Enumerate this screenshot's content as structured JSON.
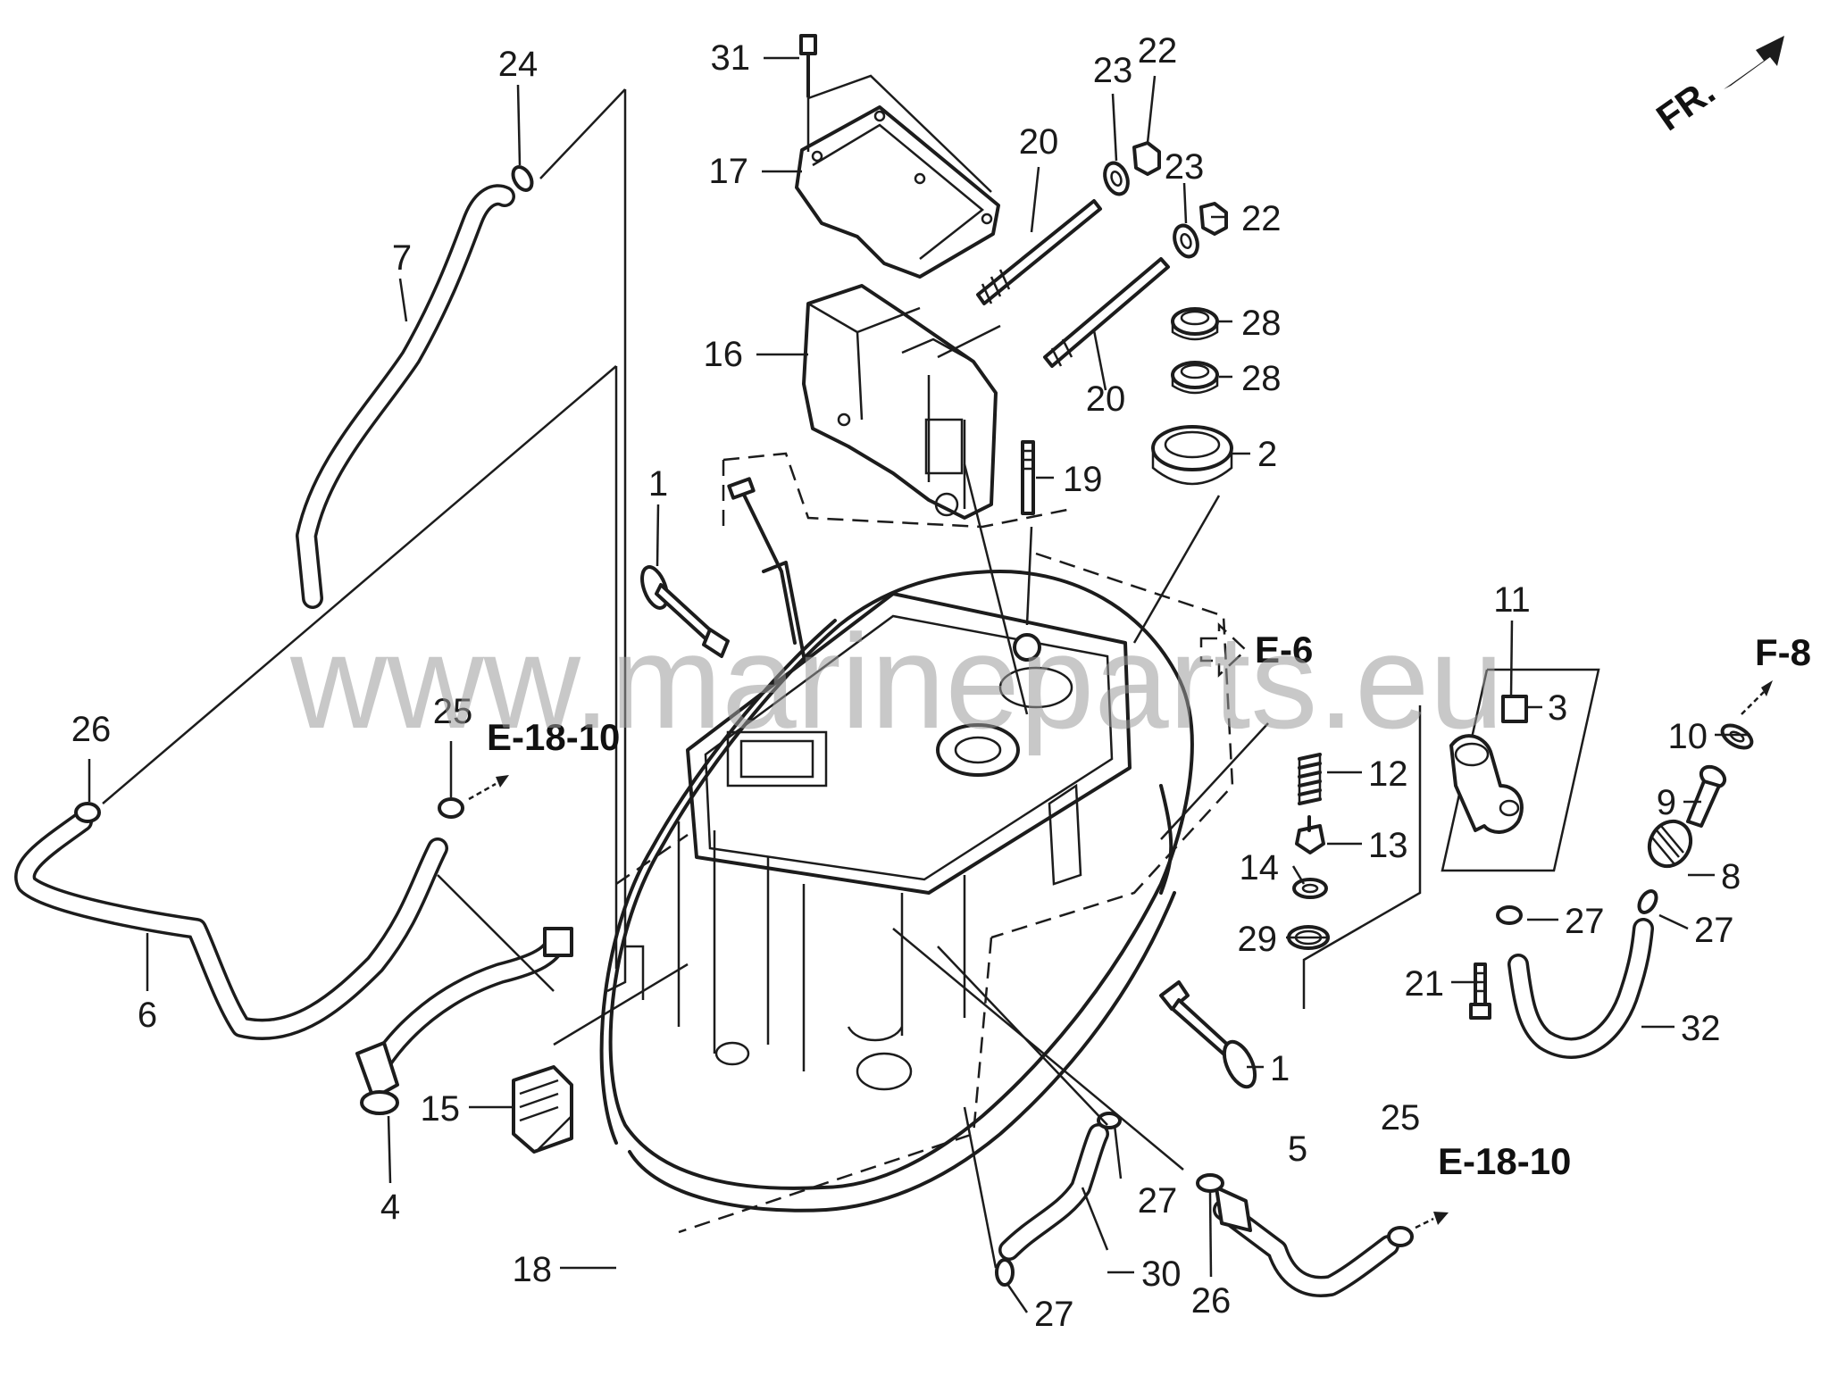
{
  "watermark": "www.marineparts.eu",
  "direction_label": "FR.",
  "references": {
    "e18_left": "E-18-10",
    "e18_right": "E-18-10",
    "e_arrow": "E-6",
    "f8": "F-8"
  },
  "callouts": [
    {
      "id": "c31",
      "text": "31"
    },
    {
      "id": "c17",
      "text": "17"
    },
    {
      "id": "c16",
      "text": "16"
    },
    {
      "id": "c20a",
      "text": "20"
    },
    {
      "id": "c20b",
      "text": "20"
    },
    {
      "id": "c23a",
      "text": "23"
    },
    {
      "id": "c22a",
      "text": "22"
    },
    {
      "id": "c23b",
      "text": "23"
    },
    {
      "id": "c22b",
      "text": "22"
    },
    {
      "id": "c28a",
      "text": "28"
    },
    {
      "id": "c28b",
      "text": "28"
    },
    {
      "id": "c2",
      "text": "2"
    },
    {
      "id": "c19",
      "text": "19"
    },
    {
      "id": "c24",
      "text": "24"
    },
    {
      "id": "c7",
      "text": "7"
    },
    {
      "id": "c1a",
      "text": "1"
    },
    {
      "id": "c26a",
      "text": "26"
    },
    {
      "id": "c25a",
      "text": "25"
    },
    {
      "id": "c6",
      "text": "6"
    },
    {
      "id": "c4",
      "text": "4"
    },
    {
      "id": "c15",
      "text": "15"
    },
    {
      "id": "c18",
      "text": "18"
    },
    {
      "id": "c11",
      "text": "11"
    },
    {
      "id": "c3",
      "text": "3"
    },
    {
      "id": "c12",
      "text": "12"
    },
    {
      "id": "c13",
      "text": "13"
    },
    {
      "id": "c14",
      "text": "14"
    },
    {
      "id": "c29",
      "text": "29"
    },
    {
      "id": "c10",
      "text": "10"
    },
    {
      "id": "c9",
      "text": "9"
    },
    {
      "id": "c8",
      "text": "8"
    },
    {
      "id": "c27a",
      "text": "27"
    },
    {
      "id": "c27b",
      "text": "27"
    },
    {
      "id": "c21",
      "text": "21"
    },
    {
      "id": "c32",
      "text": "32"
    },
    {
      "id": "c1b",
      "text": "1"
    },
    {
      "id": "c25b",
      "text": "25"
    },
    {
      "id": "c5",
      "text": "5"
    },
    {
      "id": "c27c",
      "text": "27"
    },
    {
      "id": "c30",
      "text": "30"
    },
    {
      "id": "c26b",
      "text": "26"
    },
    {
      "id": "c27d",
      "text": "27"
    }
  ]
}
